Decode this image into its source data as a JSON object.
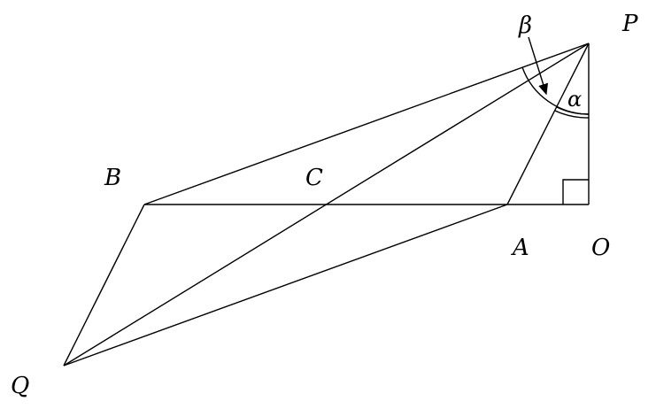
{
  "labels": {
    "P": "P",
    "O": "O",
    "A": "A",
    "B": "B",
    "C": "C",
    "Q": "Q",
    "alpha": "α",
    "beta": "β"
  },
  "colors": {
    "stroke": "#000000",
    "background": "#ffffff"
  }
}
